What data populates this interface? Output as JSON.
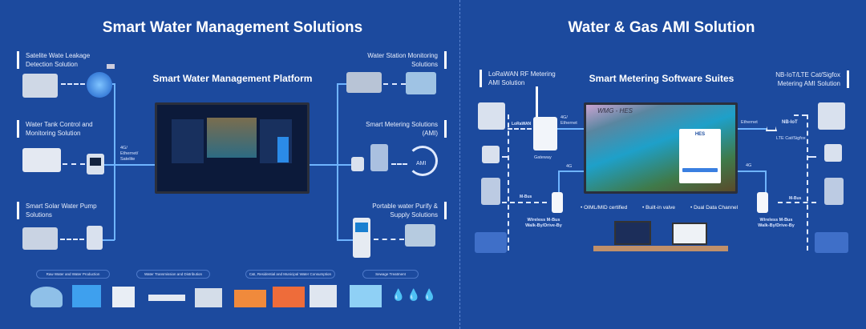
{
  "left": {
    "title": "Smart Water Management Solutions",
    "platform_title": "Smart Water Management Platform",
    "connection_label": "4G/\nEthernet/\nSatelite",
    "solutions_left": [
      "Satelite Wate Leakage Detection Solution",
      "Water Tank Control and Monitoring Solution",
      "Smart Solar Water Pump Solutions"
    ],
    "solutions_right": [
      "Water Station Monitoring Solutions",
      "Smart Metering Solutions (AMI)",
      "Portable water Purify & Supply Solutions"
    ],
    "ami_label": "AMI",
    "stages": [
      "Raw Water and Water Production",
      "Water Transmission and Distribution",
      "C&I, Residential and Municipal Water Consumption",
      "Sewage Treatment"
    ]
  },
  "right": {
    "title": "Water & Gas AMI Solution",
    "suite_title": "Smart Metering Software Suites",
    "lorawan_label": "LoRaWAN RF Metering AMI Solution",
    "nbiot_label": "NB-IoT/LTE Cat/Sigfox Metering AMI Solution",
    "lorawan_badge": "LoRaWAN",
    "gateway_label": "Gateway",
    "eth4g_label": "4G/\nEthernet",
    "ethernet_label": "Ethernet",
    "nbiot_badge": "NB-IoT",
    "lte_label": "LTE Cat/Sigfox",
    "g4_left": "4G",
    "g4_right": "4G",
    "screen_title": "WMG - HES",
    "login_title": "HES",
    "mbus_badge": "M-Bus",
    "mbus_left": "Wireless M-Bus\nWalk-By/Drive-By",
    "mbus_right": "Wireless M-Bus\nWalk-By/Drive-By",
    "features": [
      "OIML/MID certified",
      "Built-in valve",
      "Dual Data Channel"
    ]
  },
  "colors": {
    "background": "#1c4a9e",
    "line": "#6fb4ff"
  }
}
